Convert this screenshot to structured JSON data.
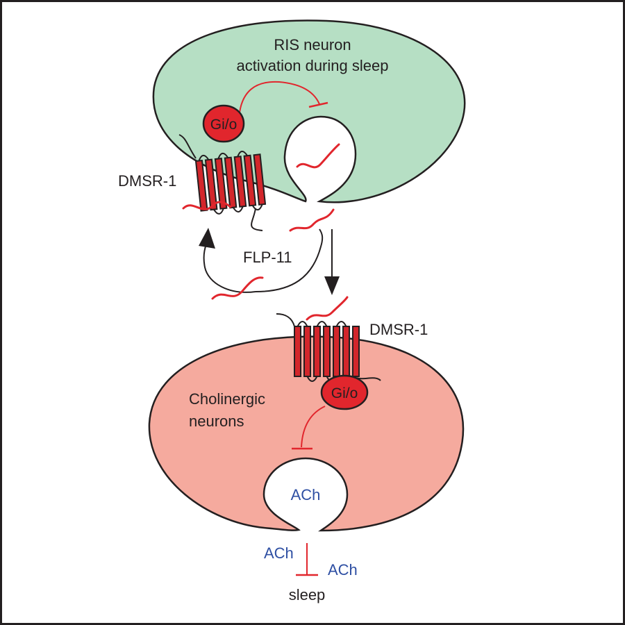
{
  "labels": {
    "ris_line1": "RIS neuron",
    "ris_line2": "activation during sleep",
    "gio_top": "Gi/o",
    "dmsr_top": "DMSR-1",
    "flp11": "FLP-11",
    "dmsr_bottom": "DMSR-1",
    "gio_bottom": "Gi/o",
    "cholinergic_line1": "Cholinergic",
    "cholinergic_line2": "neurons",
    "ach_vesicle": "ACh",
    "ach_left": "ACh",
    "ach_right": "ACh",
    "sleep": "sleep"
  },
  "colors": {
    "ris_cell": "#b6dfc4",
    "cholinergic_cell": "#f5aa9e",
    "gio": "#e1262d",
    "receptor": "#d3262b",
    "peptide": "#e1262d",
    "inhibition": "#e1262d",
    "ach_text": "#2e4fa3",
    "outline": "#231f20",
    "frame": "#231f20"
  }
}
